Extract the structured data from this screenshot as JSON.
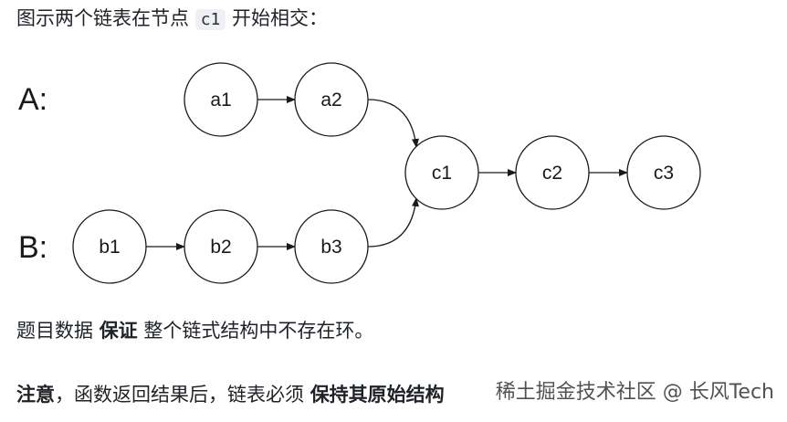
{
  "intro": {
    "before": "图示两个链表在节点 ",
    "code": "c1",
    "after": " 开始相交："
  },
  "diagram": {
    "list_a_label": "A:",
    "list_b_label": "B:",
    "nodes": {
      "a1": "a1",
      "a2": "a2",
      "b1": "b1",
      "b2": "b2",
      "b3": "b3",
      "c1": "c1",
      "c2": "c2",
      "c3": "c3"
    },
    "edges": [
      [
        "a1",
        "a2"
      ],
      [
        "a2",
        "c1"
      ],
      [
        "b1",
        "b2"
      ],
      [
        "b2",
        "b3"
      ],
      [
        "b3",
        "c1"
      ],
      [
        "c1",
        "c2"
      ],
      [
        "c2",
        "c3"
      ]
    ]
  },
  "guarantee": {
    "before": "题目数据 ",
    "bold": "保证",
    "after": " 整个链式结构中不存在环。"
  },
  "note": {
    "bold1": "注意",
    "middle": "，函数返回结果后，链表必须 ",
    "bold2": "保持其原始结构"
  },
  "watermark": "稀土掘金技术社区 @ 长风Tech"
}
